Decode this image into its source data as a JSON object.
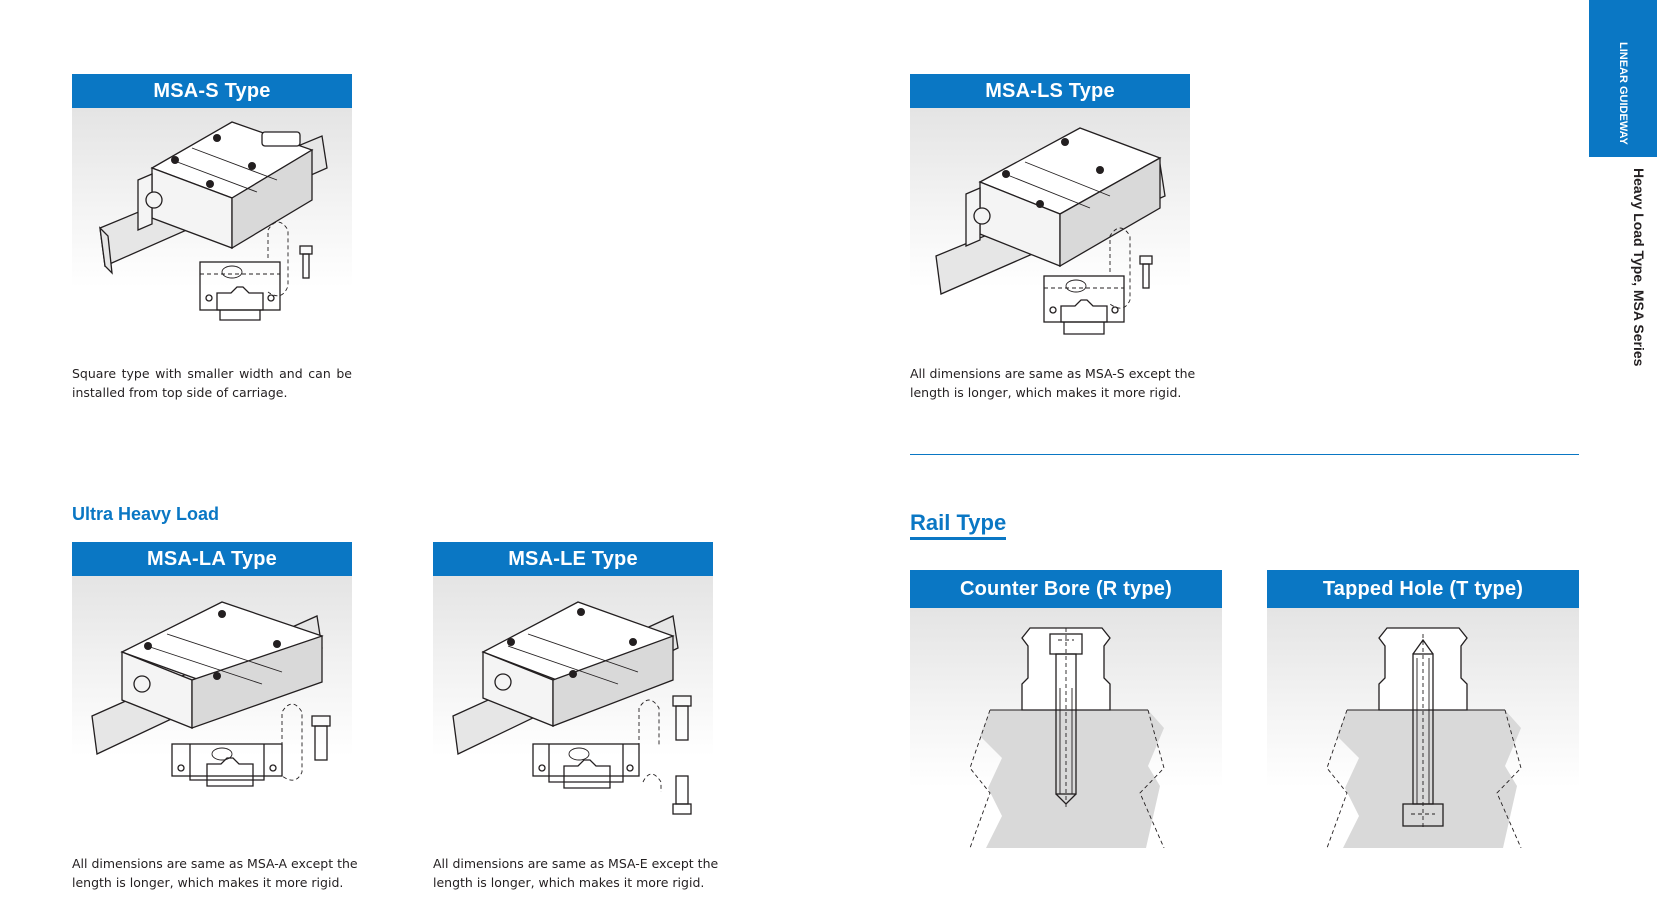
{
  "side_tab": {
    "category": "LINEAR GUIDEWAY",
    "series": "Heavy Load Type, MSA Series"
  },
  "cards": {
    "msa_s": {
      "title": "MSA-S Type",
      "description": "Square type with smaller width and can be installed from top side of carriage."
    },
    "msa_ls": {
      "title": "MSA-LS Type",
      "description": "All dimensions are same as MSA-S except the length is longer, which makes it more rigid."
    },
    "msa_la": {
      "title": "MSA-LA Type",
      "description": "All dimensions are same as MSA-A except the length is longer, which makes it more rigid."
    },
    "msa_le": {
      "title": "MSA-LE Type",
      "description": "All dimensions are same as MSA-E except the length is longer, which makes it more rigid."
    }
  },
  "sections": {
    "ultra_heavy_load": "Ultra Heavy Load",
    "rail_type": "Rail Type"
  },
  "rail_cards": {
    "counter_bore": {
      "title": "Counter Bore (R type)"
    },
    "tapped_hole": {
      "title": "Tapped Hole (T type)"
    }
  },
  "colors": {
    "brand_blue": "#0a77c4",
    "text": "#231f20",
    "ground_fill": "#d9d9d9"
  }
}
